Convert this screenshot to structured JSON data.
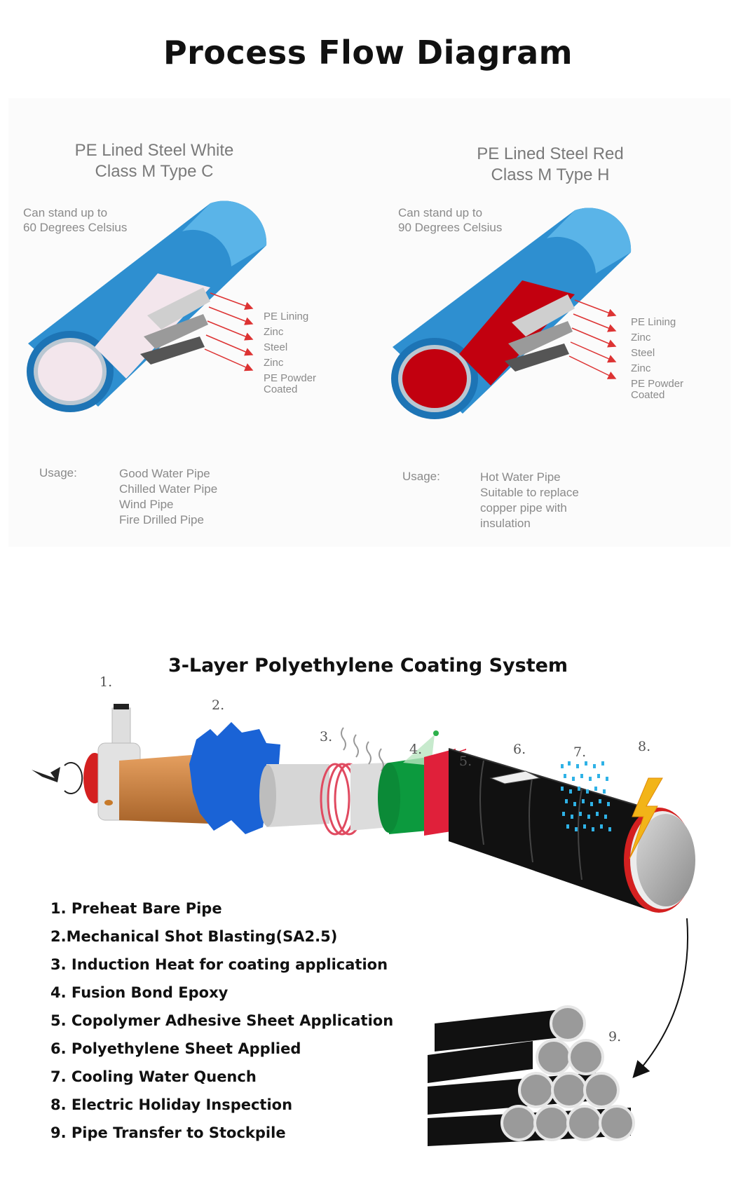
{
  "title": "Process Flow Diagram",
  "pipes": [
    {
      "title_line1": "PE Lined Steel White",
      "title_line2": "Class M Type C",
      "temp_line1": "Can stand up to",
      "temp_line2": "60 Degrees Celsius",
      "layers": [
        "PE Lining",
        "Zinc",
        "Steel",
        "Zinc",
        "PE Powder",
        "Coated"
      ],
      "usage_label": "Usage:",
      "usage": [
        "Good Water Pipe",
        "Chilled Water Pipe",
        "Wind Pipe",
        "Fire Drilled Pipe"
      ],
      "lining_color": "#f3e6ec"
    },
    {
      "title_line1": "PE Lined Steel Red",
      "title_line2": "Class M Type H",
      "temp_line1": "Can stand up to",
      "temp_line2": "90 Degrees Celsius",
      "layers": [
        "PE Lining",
        "Zinc",
        "Steel",
        "Zinc",
        "PE Powder",
        "Coated"
      ],
      "usage_label": "Usage:",
      "usage": [
        "Hot Water Pipe",
        "Suitable to replace",
        "copper pipe with",
        "insulation"
      ],
      "lining_color": "#c2000f"
    }
  ],
  "system": {
    "title": "3-Layer Polyethylene Coating System",
    "numbers": [
      "1.",
      "2.",
      "3.",
      "4.",
      "5.",
      "6.",
      "7.",
      "8.",
      "9."
    ],
    "steps": [
      "1. Preheat Bare Pipe",
      "2.Mechanical Shot Blasting(SA2.5)",
      "3. Induction Heat for coating application",
      "4. Fusion Bond Epoxy",
      "5. Copolymer Adhesive Sheet Application",
      "6. Polyethylene Sheet Applied",
      "7. Cooling Water Quench",
      "8. Electric Holiday Inspection",
      "9. Pipe Transfer to Stockpile"
    ]
  },
  "colors": {
    "pipe_blue": "#2e8fd0",
    "pipe_blue_light": "#5ab4e8",
    "epoxy_green": "#0c9a3e",
    "adhesive_red": "#e0203a",
    "polyethylene_black": "#111111",
    "blast_blue": "#1a63d6",
    "lightning_yellow": "#f2b418"
  },
  "icons": [
    "rotation-arrow-icon",
    "steam-icon",
    "spray-icon",
    "water-drops-icon",
    "lightning-icon",
    "curved-arrow-icon"
  ]
}
